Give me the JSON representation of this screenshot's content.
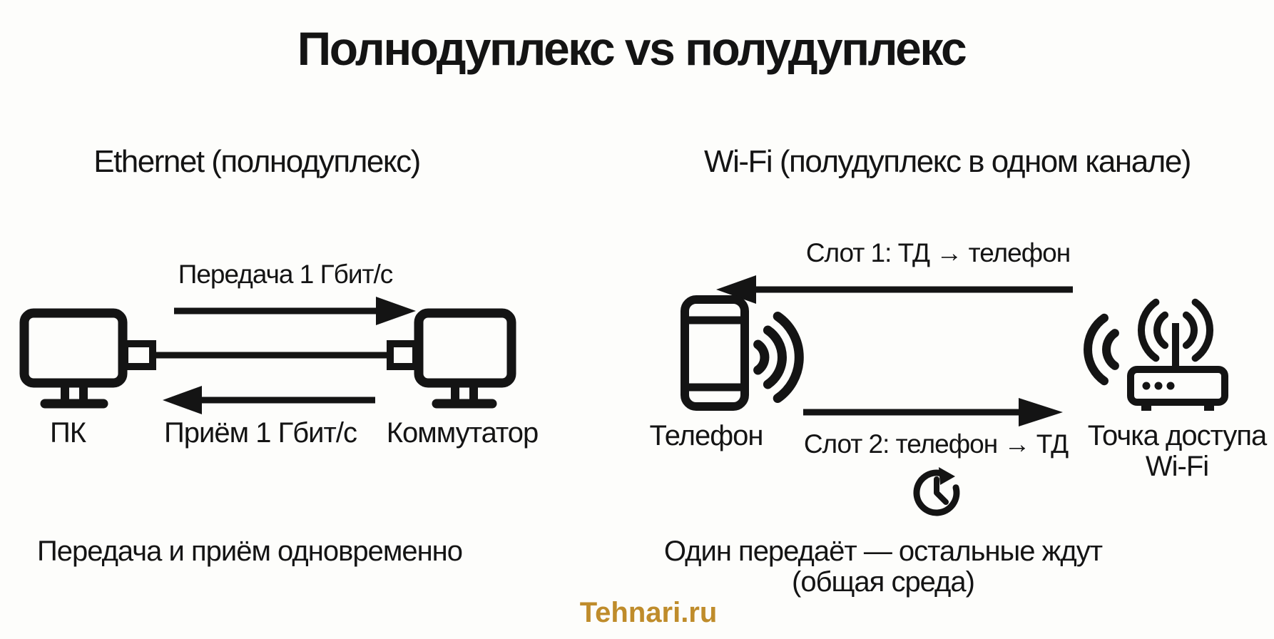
{
  "title": "Полнодуплекс vs полудуплекс",
  "colors": {
    "ink": "#141414",
    "background": "#fdfdfb",
    "brand": "#BF8C2B"
  },
  "left": {
    "heading": "Ethernet (полнодуплекс)",
    "transmit_label": "Передача 1 Гбит/с",
    "receive_label": "Приём 1 Гбит/с",
    "pc_label": "ПК",
    "switch_label": "Коммутатор",
    "caption": "Передача и приём одновременно"
  },
  "right": {
    "heading": "Wi-Fi (полудуплекс в одном канале)",
    "slot1_label": "Слот 1: ТД → телефон",
    "slot2_label": "Слот 2: телефон → ТД",
    "phone_label": "Телефон",
    "ap_label_line1": "Точка доступа",
    "ap_label_line2": "Wi-Fi",
    "caption_line1": "Один передаёт — остальные ждут",
    "caption_line2": "(общая среда)"
  },
  "footer": {
    "brand": "Tehnari.ru"
  },
  "icons": {
    "pc": "desktop-computer-icon",
    "switch": "switch-monitor-icon",
    "cable": "ethernet-cable-icon",
    "phone": "smartphone-icon",
    "phone_waves": "wifi-waves-icon",
    "access_point": "wifi-router-icon",
    "clock": "clock-rotate-icon",
    "transmit_arrow": "arrow-right",
    "receive_arrow": "arrow-left",
    "slot1_arrow": "arrow-left",
    "slot2_arrow": "arrow-right"
  }
}
